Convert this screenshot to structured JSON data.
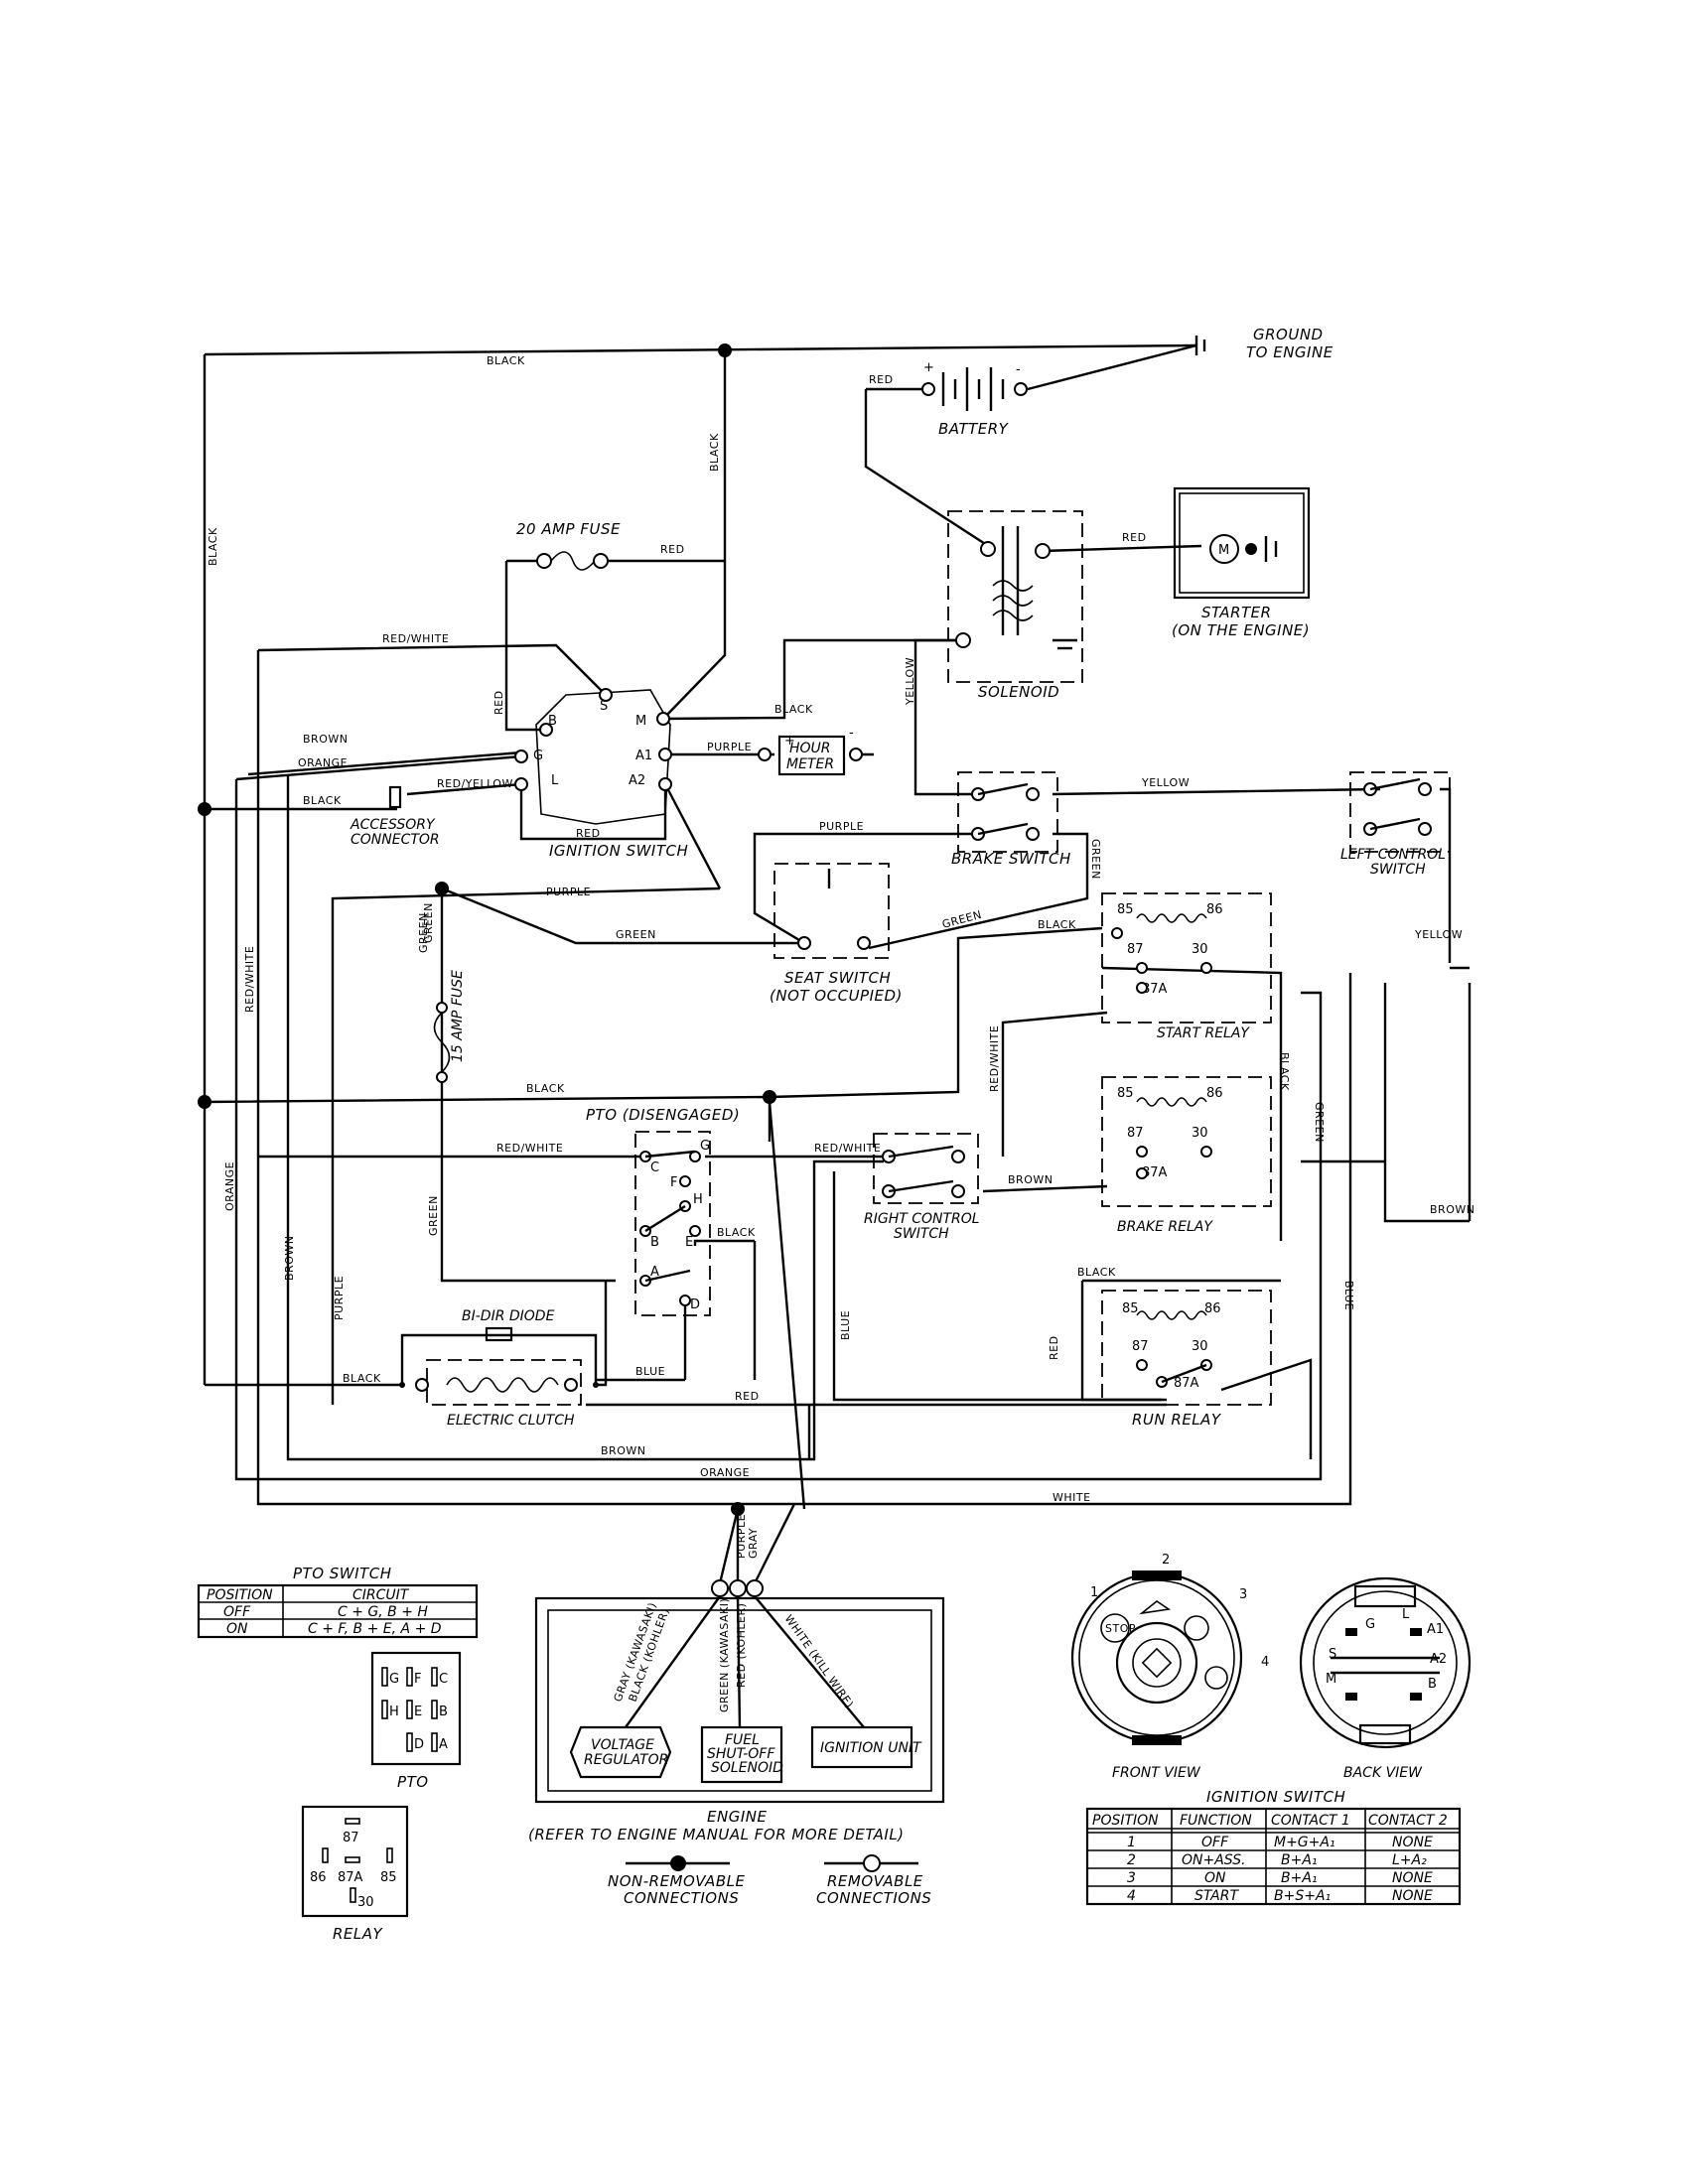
{
  "labels": {
    "ground": [
      "GROUND",
      "TO ENGINE"
    ],
    "battery": "BATTERY",
    "starter": [
      "STARTER",
      "(ON THE ENGINE)"
    ],
    "solenoid": "SOLENOID",
    "fuse20": "20 AMP FUSE",
    "ignition_switch": "IGNITION SWITCH",
    "hour_meter": [
      "HOUR",
      "METER"
    ],
    "accessory": [
      "ACCESSORY",
      "CONNECTOR"
    ],
    "brake_switch": "BRAKE SWITCH",
    "left_control": [
      "LEFT CONTROL",
      "SWITCH"
    ],
    "seat_switch": [
      "SEAT SWITCH",
      "(NOT OCCUPIED)"
    ],
    "fuse15": "15 AMP FUSE",
    "start_relay": "START RELAY",
    "pto": "PTO (DISENGAGED)",
    "right_control": [
      "RIGHT CONTROL",
      "SWITCH"
    ],
    "brake_relay": "BRAKE RELAY",
    "run_relay": "RUN RELAY",
    "bidir_diode": "BI-DIR DIODE",
    "electric_clutch": "ELECTRIC CLUTCH",
    "engine": [
      "ENGINE",
      "(REFER TO ENGINE MANUAL FOR MORE DETAIL)"
    ],
    "voltage_regulator": [
      "VOLTAGE",
      "REGULATOR"
    ],
    "fuel_solenoid": [
      "FUEL",
      "SHUT-OFF",
      "SOLENOID"
    ],
    "ignition_unit": "IGNITION UNIT",
    "non_removable": [
      "NON-REMOVABLE",
      "CONNECTIONS"
    ],
    "removable": [
      "REMOVABLE",
      "CONNECTIONS"
    ],
    "front_view": "FRONT VIEW",
    "back_view": "BACK VIEW",
    "ign_table_title": "IGNITION SWITCH",
    "pto_table_title": "PTO SWITCH",
    "pto_caption": "PTO",
    "relay_caption": "RELAY",
    "stop": "STOP"
  },
  "wires": {
    "black": "BLACK",
    "red": "RED",
    "red_white": "RED/WHITE",
    "brown": "BROWN",
    "orange": "ORANGE",
    "red_yellow": "RED/YELLOW",
    "purple": "PURPLE",
    "green": "GREEN",
    "yellow": "YELLOW",
    "blue": "BLUE",
    "white": "WHITE",
    "gray": "GRAY",
    "gray_kaw": "GRAY (KAWASAKI)",
    "black_koh": "BLACK (KOHLER)",
    "green_kaw": "GREEN (KAWASAKI)",
    "red_koh": "RED (KOHLER)",
    "white_kill": "WHITE (KILL WIRE)"
  },
  "terminals": {
    "ign": [
      "B",
      "S",
      "M",
      "G",
      "L",
      "A1",
      "A2"
    ],
    "pto": [
      "C",
      "G",
      "F",
      "H",
      "B",
      "E",
      "A",
      "D"
    ],
    "relay": [
      "85",
      "86",
      "87",
      "30",
      "87A"
    ],
    "solenoid_signs": [
      "+",
      "-"
    ]
  },
  "pto_table": {
    "headers": [
      "POSITION",
      "CIRCUIT"
    ],
    "rows": [
      [
        "OFF",
        "C + G, B + H"
      ],
      [
        "ON",
        "C + F, B + E, A + D"
      ]
    ]
  },
  "ign_table": {
    "headers": [
      "POSITION",
      "FUNCTION",
      "CONTACT 1",
      "CONTACT 2"
    ],
    "rows": [
      [
        "1",
        "OFF",
        "M+G+A₁",
        "NONE"
      ],
      [
        "2",
        "ON+ASS.",
        "B+A₁",
        "L+A₂"
      ],
      [
        "3",
        "ON",
        "B+A₁",
        "NONE"
      ],
      [
        "4",
        "START",
        "B+S+A₁",
        "NONE"
      ]
    ]
  },
  "front_view_positions": [
    "1",
    "2",
    "3",
    "4"
  ],
  "pto_pins": [
    [
      "G",
      "F",
      "C"
    ],
    [
      "H",
      "E",
      "B"
    ],
    [
      "",
      "D",
      "A"
    ]
  ],
  "relay_pins": [
    "87",
    "86",
    "87A",
    "85",
    "30"
  ]
}
